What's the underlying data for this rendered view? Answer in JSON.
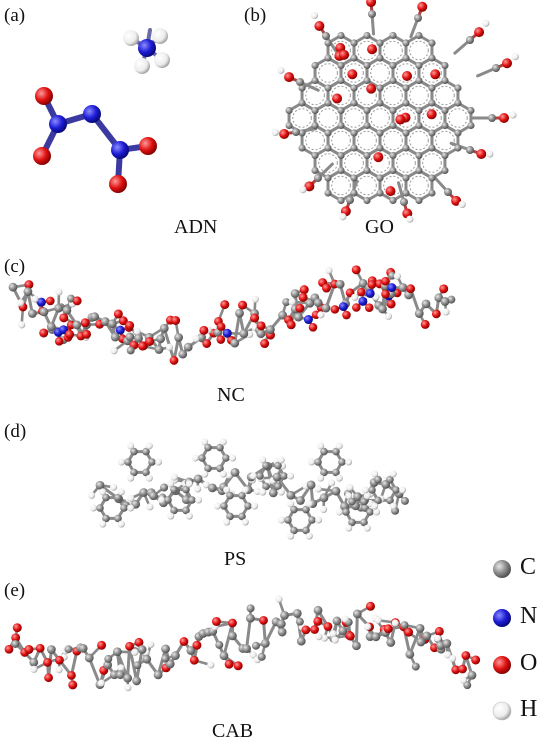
{
  "panels": [
    {
      "id": "a",
      "label": "(a)",
      "caption": "ADN"
    },
    {
      "id": "b",
      "label": "(b)",
      "caption": "GO"
    },
    {
      "id": "c",
      "label": "(c)",
      "caption": "NC"
    },
    {
      "id": "d",
      "label": "(d)",
      "caption": "PS"
    },
    {
      "id": "e",
      "label": "(e)",
      "caption": "CAB"
    }
  ],
  "legend": [
    {
      "element": "C",
      "color": "#7f7f7f"
    },
    {
      "element": "N",
      "color": "#1c1cd6"
    },
    {
      "element": "O",
      "color": "#e01010"
    },
    {
      "element": "H",
      "color": "#ffffff"
    }
  ]
}
